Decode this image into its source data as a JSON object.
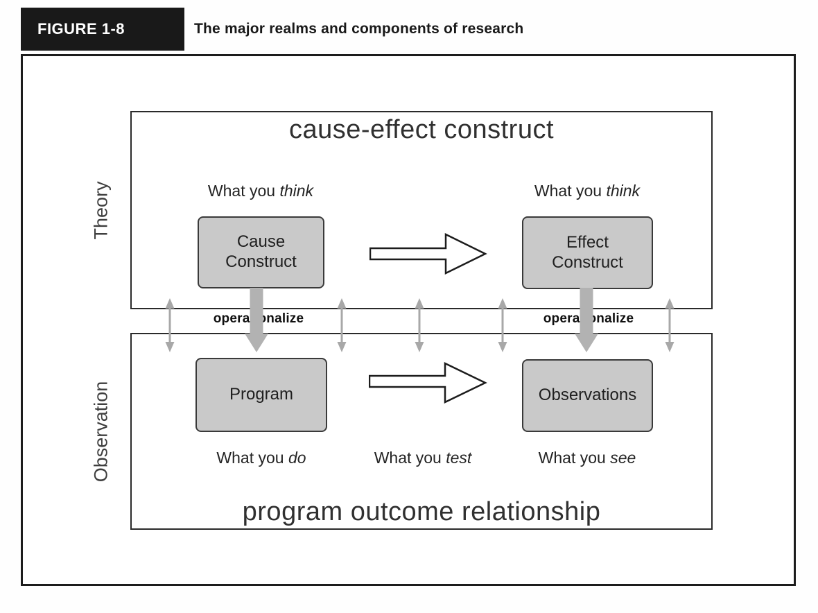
{
  "header": {
    "figure_label": "FIGURE 1-8",
    "figure_title": "The major realms and components of research"
  },
  "theory": {
    "realm_label": "Theory",
    "title": "cause-effect construct",
    "annotations": [
      {
        "prefix": "What you ",
        "emphasis": "think"
      },
      {
        "prefix": "What you ",
        "emphasis": "think"
      }
    ],
    "cause_box": {
      "line1": "Cause",
      "line2": "Construct"
    },
    "effect_box": {
      "line1": "Effect",
      "line2": "Construct"
    }
  },
  "observation": {
    "realm_label": "Observation",
    "title": "program outcome relationship",
    "program_box": "Program",
    "observations_box": "Observations",
    "annotations": [
      {
        "prefix": "What you ",
        "emphasis": "do"
      },
      {
        "prefix": "What you ",
        "emphasis": "test"
      },
      {
        "prefix": "What you ",
        "emphasis": "see"
      }
    ]
  },
  "gap": {
    "operationalize_left": "operationalize",
    "operationalize_right": "operationalize"
  },
  "colors": {
    "header_bar": "#191919",
    "frame_border": "#1c1c1c",
    "box_fill": "#c9c9c9",
    "box_border": "#3a3a3a",
    "double_arrow_gray": "#a8a8a8",
    "big_arrow_gray": "#b2b2b2",
    "text_dark": "#222222"
  }
}
